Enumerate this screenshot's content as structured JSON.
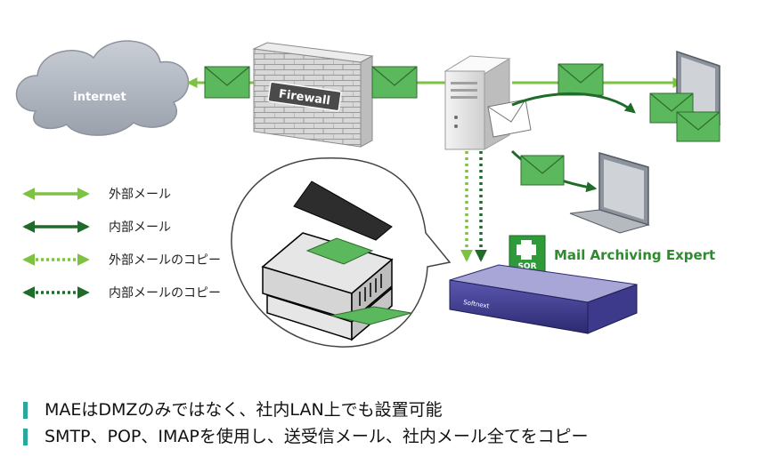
{
  "labels": {
    "internet": "internet",
    "firewall": "Firewall",
    "product": "Mail Archiving Expert",
    "sqr": "SQR",
    "softnext": "Softnext"
  },
  "legend": [
    {
      "label": "外部メール",
      "style": "solid",
      "color": "#7dc242"
    },
    {
      "label": "内部メール",
      "style": "solid",
      "color": "#1f6b2a"
    },
    {
      "label": "外部メールのコピー",
      "style": "dotted",
      "color": "#7dc242"
    },
    {
      "label": "内部メールのコピー",
      "style": "dotted",
      "color": "#1f6b2a"
    }
  ],
  "bullets": [
    "MAEはDMZのみではなく、社内LAN上でも設置可能",
    "SMTP、POP、IMAPを使用し、送受信メール、社内メール全てをコピー"
  ],
  "colors": {
    "external": "#7dc242",
    "internal": "#1f6b2a",
    "envelope": "#5cb85c",
    "accent": "#2aa89b",
    "appliance": "#3d3a8c"
  }
}
